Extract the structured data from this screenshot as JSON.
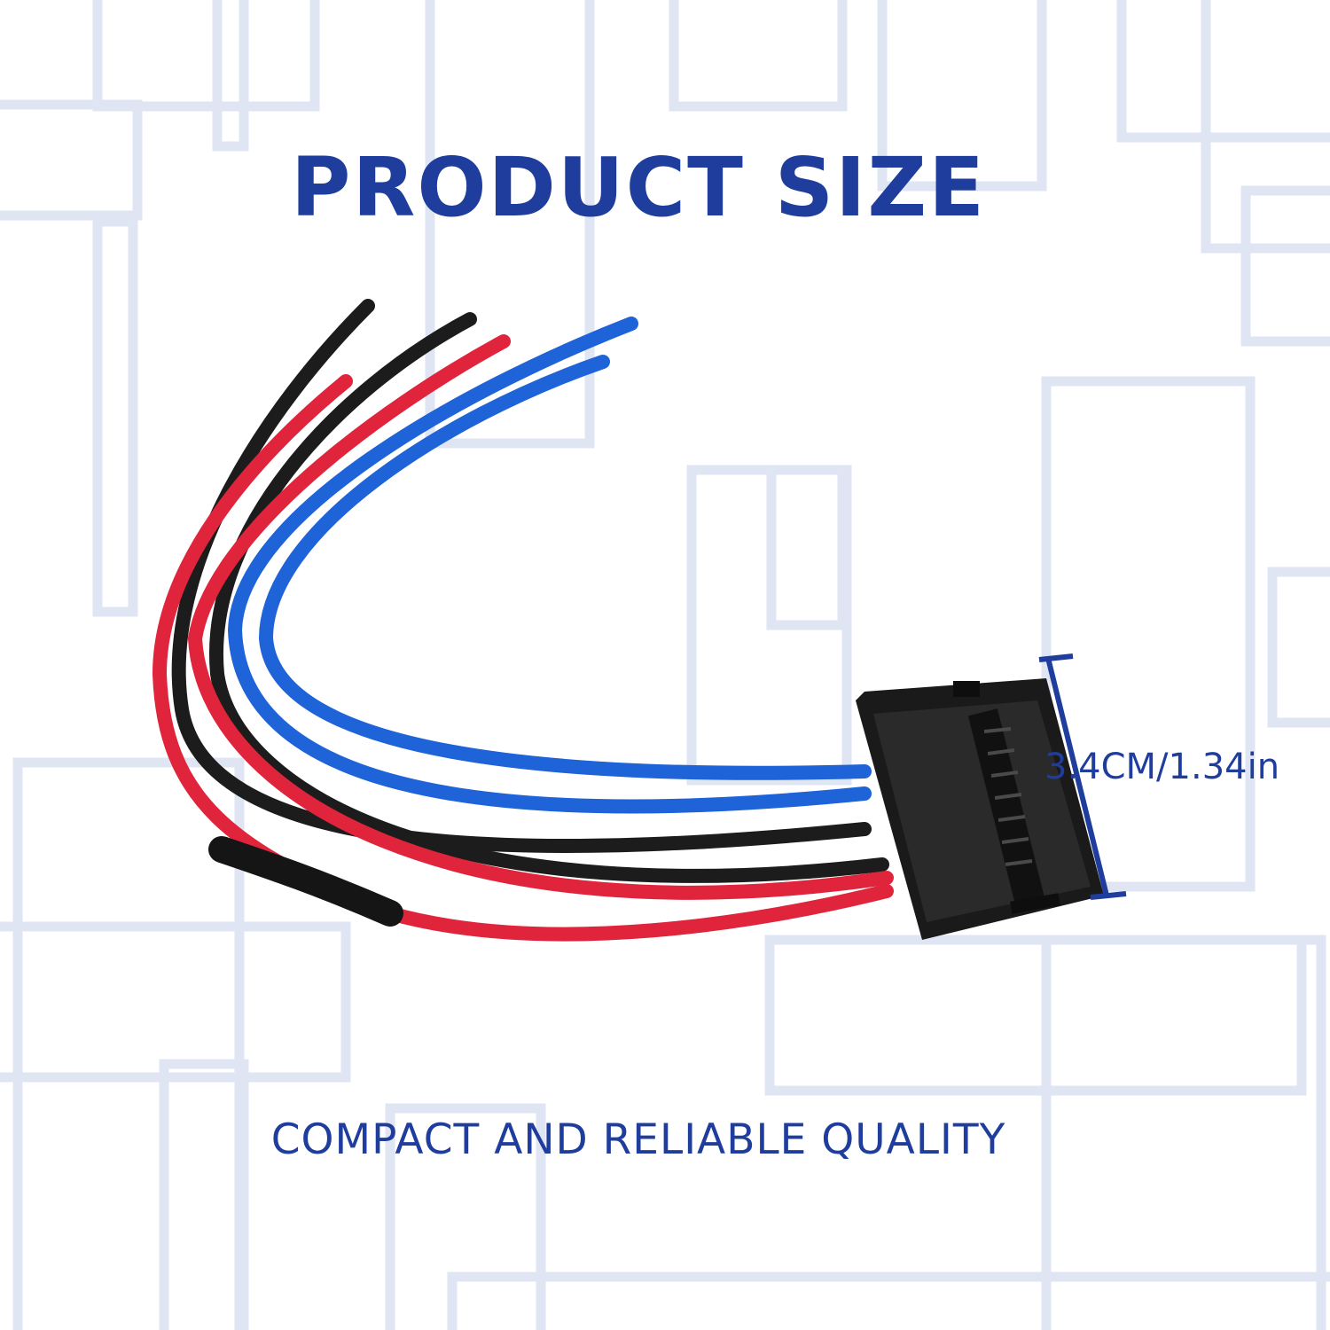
{
  "header": {
    "title": "PRODUCT SIZE"
  },
  "footer": {
    "tagline": "COMPACT AND RELIABLE QUALITY"
  },
  "dimension": {
    "label": "3.4CM/1.34in"
  },
  "colors": {
    "accent": "#1f3d9c",
    "wire_black": "#1c1c1c",
    "wire_red": "#e0243c",
    "wire_blue": "#1e63d8",
    "connector": "#1a1a1a",
    "background_lines": "#dfe5f3"
  }
}
